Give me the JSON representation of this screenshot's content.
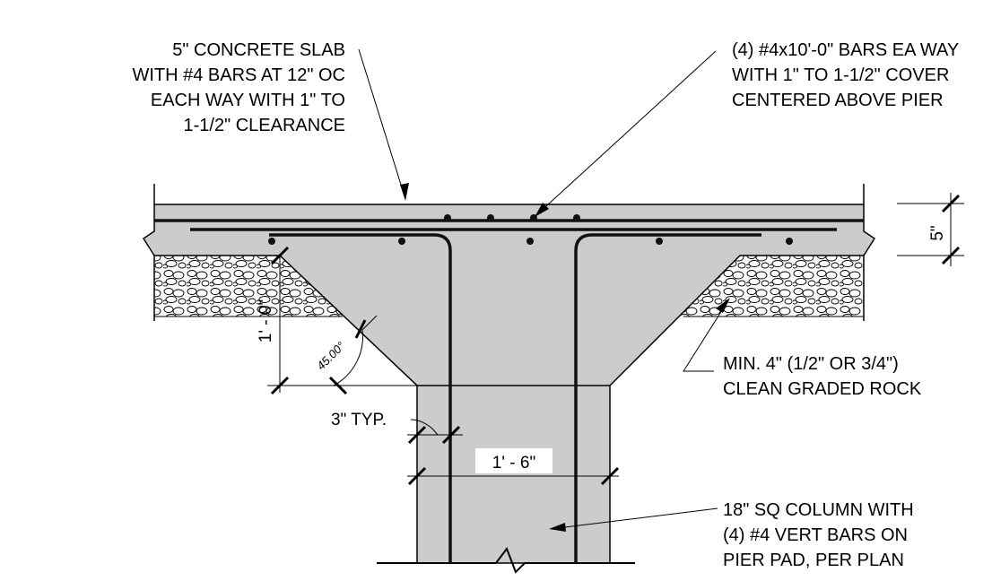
{
  "colors": {
    "concrete": "#cccccc",
    "rebar": "#111111",
    "line": "#000000",
    "background": "#ffffff"
  },
  "notes": {
    "slab": [
      "5\" CONCRETE SLAB",
      "WITH #4 BARS AT 12\" OC",
      "EACH WAY WITH 1\" TO",
      "1-1/2\" CLEARANCE"
    ],
    "top_bars": [
      "(4) #4x10'-0\" BARS EA WAY",
      "WITH 1\" TO 1-1/2\" COVER",
      "CENTERED ABOVE PIER"
    ],
    "rock": [
      "MIN. 4\" (1/2\" OR 3/4\")",
      "CLEAN GRADED ROCK"
    ],
    "column": [
      "18\" SQ COLUMN WITH",
      "(4) #4 VERT BARS ON",
      "PIER PAD, PER PLAN"
    ]
  },
  "dimensions": {
    "slab_thickness": "5\"",
    "haunch_depth": "1' - 0\"",
    "haunch_angle": "45.00°",
    "cover": "3\" TYP.",
    "column_width": "1' - 6\""
  }
}
